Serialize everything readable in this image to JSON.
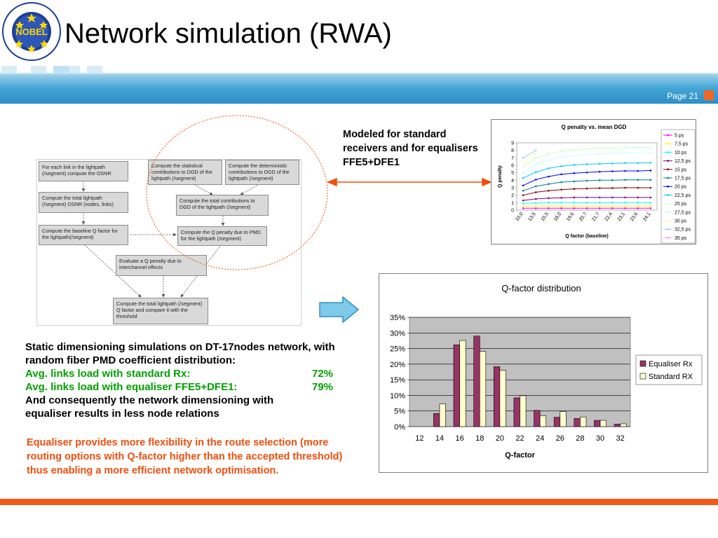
{
  "header": {
    "title": "Network simulation (RWA)",
    "page_label": "Page 21",
    "logo_text": "NOBEL"
  },
  "flowchart": {
    "boxes": [
      "For each link in the lightpath (/segment) compute the OSNR",
      "Compute the statistical contributions to DGD of the lightpath (/segment)",
      "Compute the deterministic contributions to DGD of the lightpath (/segment)",
      "Compute the total lightpath (/segment) OSNR (nodes, links)",
      "Compute the total contributions to DGD of the lightpath (/segment)",
      "Compute the baseline Q factor for the lightpath(/segment)",
      "Compute the Q penalty due to PMD for the lightpath (/segment)",
      "Evaluate a Q penalty due to interchannel effects",
      "Compute the total lightpath (/segment) Q factor and compare it with the threshold"
    ]
  },
  "callout": "Modeled for standard receivers and for equalisers FFE5+DFE1",
  "summary": {
    "line1": "Static dimensioning simulations on DT-17nodes network, with random fiber PMD coefficient distribution:",
    "rx_label": "Avg. links load with standard Rx:",
    "rx_value": "72%",
    "eq_label": "Avg. links load with equaliser FFE5+DFE1:",
    "eq_value": "79%",
    "line4": "And consequently the network dimensioning with equaliser results in less node relations"
  },
  "conclusion": "Equaliser provides more flexibility in the route selection (more routing options with Q-factor higher than the accepted threshold) thus enabling a more efficient network optimisation.",
  "colors": {
    "accent_orange": "#f04e0c",
    "green_text": "#00a000",
    "band_blue": "#2d8fc4",
    "equaliser_bar": "#993366",
    "standard_bar": "#ffffcc"
  },
  "chart_data": [
    {
      "type": "line",
      "title": "Q penalty vs. mean DGD",
      "xlabel": "Q factor (baseline)",
      "ylabel": "Q penalty",
      "x": [
        "10,0",
        "13,5",
        "15,5",
        "18,0",
        "19,6",
        "20,7",
        "21,7",
        "22,4",
        "23,1",
        "23,6",
        "24,1"
      ],
      "ylim": [
        0,
        9
      ],
      "yticks": [
        0,
        1,
        2,
        3,
        4,
        5,
        6,
        7,
        8,
        9
      ],
      "legend_position": "right",
      "series": [
        {
          "name": "5 ps",
          "color": "#ff00ff",
          "values": [
            0.25,
            0.25,
            0.25,
            0.25,
            0.25,
            0.25,
            0.25,
            0.25,
            0.25,
            0.25,
            0.25
          ]
        },
        {
          "name": "7,5 ps",
          "color": "#ffff00",
          "values": [
            0.55,
            0.55,
            0.55,
            0.55,
            0.55,
            0.55,
            0.55,
            0.55,
            0.55,
            0.55,
            0.55
          ]
        },
        {
          "name": "10 ps",
          "color": "#00ffff",
          "values": [
            0.9,
            0.95,
            1.0,
            1.0,
            1.0,
            1.0,
            1.0,
            1.0,
            1.0,
            1.0,
            1.0
          ]
        },
        {
          "name": "12,5 ps",
          "color": "#800080",
          "values": [
            1.3,
            1.5,
            1.6,
            1.65,
            1.7,
            1.7,
            1.7,
            1.7,
            1.7,
            1.7,
            1.7
          ]
        },
        {
          "name": "15 ps",
          "color": "#800000",
          "values": [
            2.0,
            2.4,
            2.6,
            2.75,
            2.85,
            2.9,
            2.95,
            2.95,
            3.0,
            3.0,
            3.0
          ]
        },
        {
          "name": "17,5 ps",
          "color": "#008080",
          "values": [
            2.6,
            3.2,
            3.5,
            3.75,
            3.85,
            3.95,
            4.0,
            4.0,
            4.05,
            4.05,
            4.05
          ]
        },
        {
          "name": "20 ps",
          "color": "#0000ff",
          "values": [
            3.3,
            4.1,
            4.5,
            4.8,
            4.95,
            5.05,
            5.15,
            5.2,
            5.25,
            5.25,
            5.3
          ]
        },
        {
          "name": "22,5 ps",
          "color": "#00ccff",
          "values": [
            4.3,
            5.1,
            5.6,
            5.9,
            6.05,
            6.15,
            6.2,
            6.25,
            6.3,
            6.3,
            6.35
          ]
        },
        {
          "name": "25 ps",
          "color": "#ccffff",
          "values": [
            5.0,
            6.2,
            6.7,
            7.1,
            7.3,
            7.45,
            7.55,
            7.6,
            7.65,
            7.7,
            7.7
          ]
        },
        {
          "name": "27,5 ps",
          "color": "#ccffcc",
          "values": [
            5.8,
            7.0,
            7.5,
            7.9,
            8.1,
            8.2,
            8.3,
            8.3,
            8.35,
            8.4,
            8.4
          ]
        },
        {
          "name": "30 ps",
          "color": "#ffff99",
          "values": [
            6.3,
            7.6,
            null,
            null,
            null,
            null,
            null,
            null,
            null,
            null,
            null
          ]
        },
        {
          "name": "32,5 ps",
          "color": "#99ccff",
          "values": [
            7.0,
            8.0,
            null,
            null,
            null,
            null,
            null,
            null,
            null,
            null,
            null
          ]
        },
        {
          "name": "35 ps",
          "color": "#ff99cc",
          "values": [
            null,
            null,
            null,
            null,
            null,
            null,
            null,
            null,
            null,
            null,
            null
          ]
        }
      ]
    },
    {
      "type": "bar",
      "title": "Q-factor distribution",
      "xlabel": "Q-factor",
      "ylabel": "",
      "categories": [
        "12",
        "14",
        "16",
        "18",
        "20",
        "22",
        "24",
        "26",
        "28",
        "30",
        "32"
      ],
      "ylim": [
        0,
        35
      ],
      "yticks": [
        "0%",
        "5%",
        "10%",
        "15%",
        "20%",
        "25%",
        "30%",
        "35%"
      ],
      "legend_position": "right",
      "grid": true,
      "series": [
        {
          "name": "Equaliser Rx",
          "color": "#993366",
          "values": [
            0,
            4.2,
            26.2,
            29.0,
            19.2,
            9.2,
            5.2,
            3.0,
            2.6,
            2.0,
            0.8
          ]
        },
        {
          "name": "Standard RX",
          "color": "#ffffcc",
          "values": [
            0,
            7.3,
            27.6,
            24.1,
            18.0,
            9.9,
            3.5,
            4.8,
            3.1,
            2.0,
            0.9
          ]
        }
      ]
    }
  ]
}
